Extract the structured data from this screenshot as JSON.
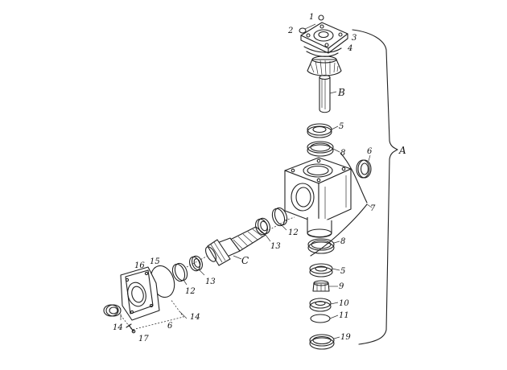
{
  "labels": {
    "n1": "1",
    "n2": "2",
    "n3": "3",
    "n4": "4",
    "n5a": "5",
    "n5b": "5",
    "n6a": "6",
    "n6b": "6",
    "n7": "7",
    "n8a": "8",
    "n8b": "8",
    "n9": "9",
    "n10": "10",
    "n11": "11",
    "n12a": "12",
    "n12b": "12",
    "n13a": "13",
    "n13b": "13",
    "n14a": "14",
    "n14b": "14",
    "n15": "15",
    "n16": "16",
    "n17": "17",
    "n19": "19",
    "A": "A",
    "B": "B",
    "C": "C"
  }
}
